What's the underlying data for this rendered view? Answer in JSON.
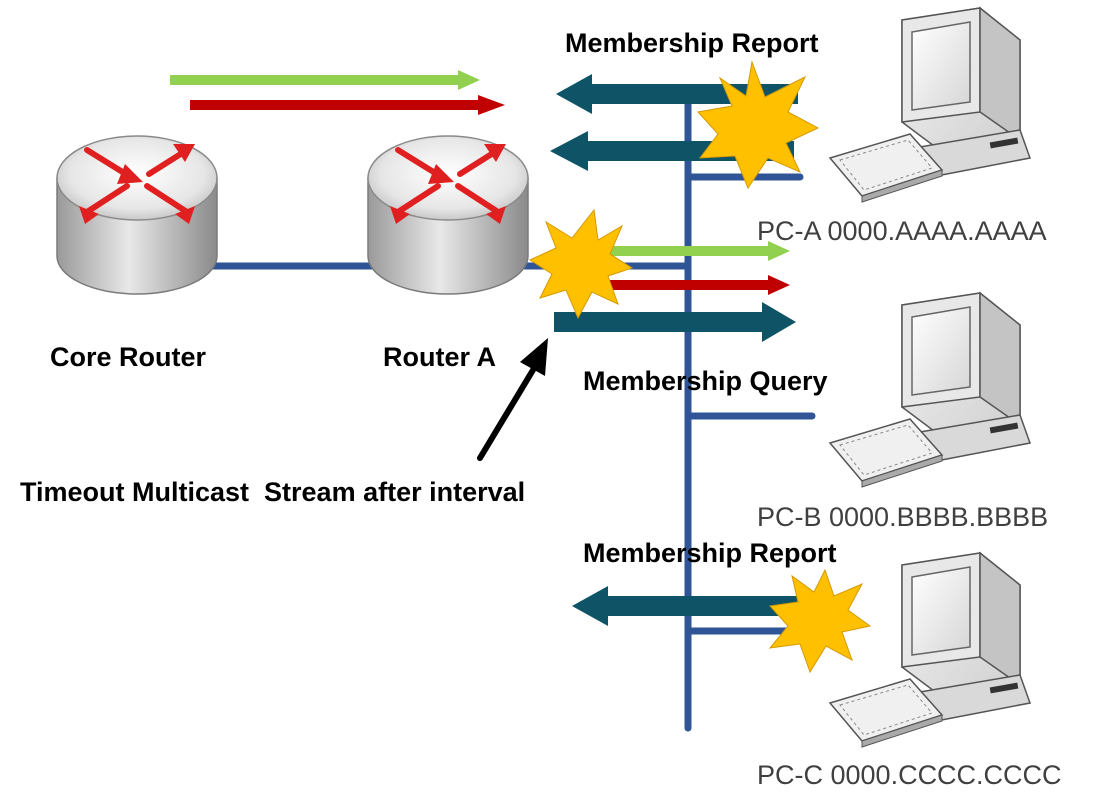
{
  "labels": {
    "core_router": "Core Router",
    "router_a": "Router A",
    "membership_report_top": "Membership Report",
    "membership_query": "Membership Query",
    "membership_report_bottom": "Membership Report",
    "timeout_note": "Timeout Multicast  Stream after interval",
    "pc_a": "PC-A 0000.AAAA.AAAA",
    "pc_b": "PC-B 0000.BBBB.BBBB",
    "pc_c": "PC-C 0000.CCCC.CCCC"
  },
  "colors": {
    "link": "#2f5597",
    "message_arrow": "#0e5466",
    "stream_green": "#92d050",
    "stream_red": "#c00000",
    "burst": "#ffc000",
    "router_arrow": "#e02020"
  }
}
